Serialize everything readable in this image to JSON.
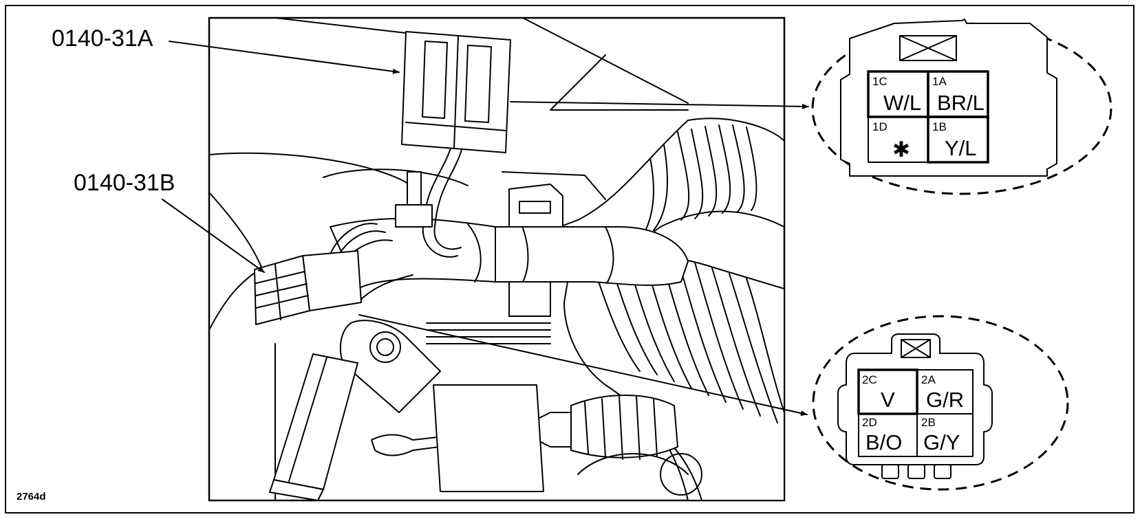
{
  "figure_id": "2764d",
  "callouts": {
    "connector_a": "0140-31A",
    "connector_b": "0140-31B"
  },
  "connector_a_pins": {
    "1C": {
      "pin": "1C",
      "wire": "W/L"
    },
    "1A": {
      "pin": "1A",
      "wire": "BR/L"
    },
    "1D": {
      "pin": "1D",
      "wire": "✱"
    },
    "1B": {
      "pin": "1B",
      "wire": "Y/L"
    }
  },
  "connector_b_pins": {
    "2C": {
      "pin": "2C",
      "wire": "V"
    },
    "2A": {
      "pin": "2A",
      "wire": "G/R"
    },
    "2D": {
      "pin": "2D",
      "wire": "B/O"
    },
    "2B": {
      "pin": "2B",
      "wire": "G/Y"
    }
  }
}
